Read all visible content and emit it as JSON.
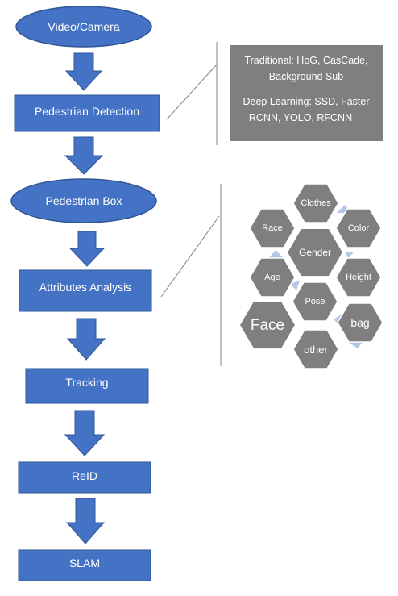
{
  "flow": {
    "video_camera": "Video/Camera",
    "pedestrian_detection": "Pedestrian Detection",
    "pedestrian_box": "Pedestrian Box",
    "attributes_analysis": "Attributes Analysis",
    "tracking": "Tracking",
    "reid": "ReID",
    "slam": "SLAM"
  },
  "detection_methods": {
    "traditional_line1": "Traditional: HoG, CasCade,",
    "traditional_line2": "Background Sub",
    "deep_line1": "Deep Learning: SSD, Faster",
    "deep_line2": "RCNN, YOLO, RFCNN"
  },
  "attributes": {
    "clothes": "Clothes",
    "race": "Race",
    "color": "Color",
    "gender": "Gender",
    "age": "Age",
    "height": "Height",
    "pose": "Pose",
    "face": "Face",
    "bag": "bag",
    "other": "other"
  },
  "colors": {
    "box_fill": "#4472C4",
    "box_stroke": "#2F5597",
    "gray_fill": "#7F7F7F",
    "hex_fill": "#7F7F7F",
    "hex_accent": "#B4C7E7"
  }
}
